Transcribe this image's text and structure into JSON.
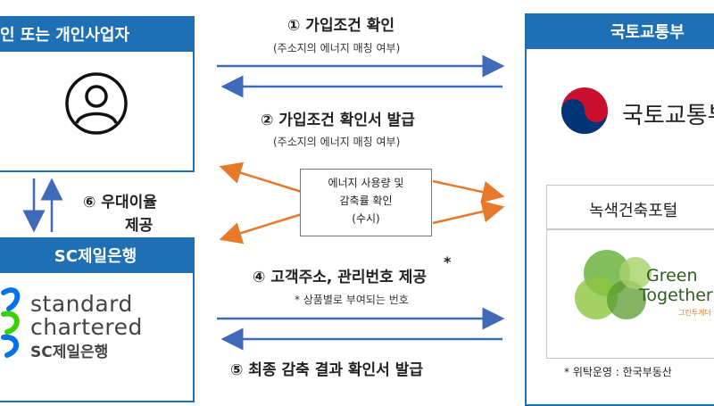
{
  "left": {
    "individual_header": "인 또는 개인사업자",
    "bank_header": "SC제일은행",
    "bank_logo_line1": "standard",
    "bank_logo_line2": "chartered",
    "bank_logo_line3": "SC제일은행",
    "preferential_label": "⑥ 우대이율",
    "preferential_label2": "제공"
  },
  "middle": {
    "step1": "① 가입조건 확인",
    "step1_sub": "(주소지의 에너지 매칭 여부)",
    "step2": "② 가입조건 확인서 발급",
    "step2_sub": "(주소지의 에너지 매칭 여부)",
    "step3_line1": "에너지 사용량 및",
    "step3_line2": "감축률 확인",
    "step3_line3": "(수시)",
    "step4": "④ 고객주소, 관리번호 제공",
    "step4_star": "*",
    "step4_sub": "* 상품별로 부여되는 번호",
    "step5": "⑤ 최종 감축 결과 확인서 발급"
  },
  "right": {
    "ministry_header": "국토교통부",
    "ministry_logo_text": "국토교통부",
    "portal_label": "녹색건축포털",
    "green_text1": "Green",
    "green_text2": "Together",
    "green_small": "그린투게더",
    "operator_note": "* 위탁운영 : 한국부동산"
  },
  "colors": {
    "blue": "#1f6fb5",
    "arrow_blue": "#3f6ab8",
    "arrow_orange": "#e7792a",
    "green_light": "#8bc34a",
    "green_dark": "#3e7d32"
  }
}
